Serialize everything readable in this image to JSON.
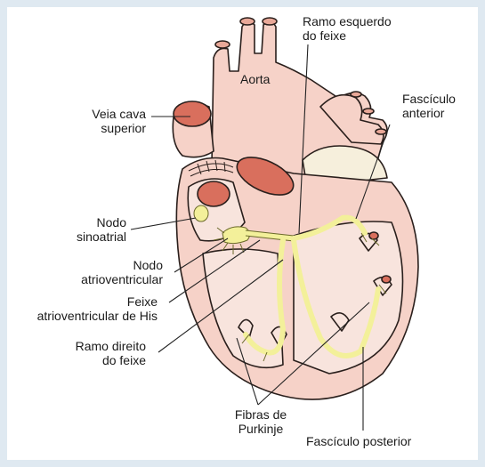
{
  "labels": {
    "aorta": "Aorta",
    "veia_cava": [
      "Veia cava",
      "superior"
    ],
    "ramo_esquerdo": [
      "Ramo esquerdo",
      "do feixe"
    ],
    "fasciculo_anterior": [
      "Fascículo",
      "anterior"
    ],
    "nodo_sinoatrial": [
      "Nodo",
      "sinoatrial"
    ],
    "nodo_atrioventricular": [
      "Nodo",
      "atrioventricular"
    ],
    "feixe_his": [
      "Feixe",
      "atrioventricular de His"
    ],
    "ramo_direito": [
      "Ramo direito",
      "do feixe"
    ],
    "fibras_purkinje": [
      "Fibras de",
      "Purkinje"
    ],
    "fasciculo_posterior": "Fascículo posterior"
  },
  "colors": {
    "frame": "#dfe9f1",
    "heart_outer": "#f6d2c8",
    "heart_inner": "#f8e4dd",
    "vessel_red": "#d96f5d",
    "conduction_yellow": "#f3f09a",
    "leader_line": "#222222"
  }
}
